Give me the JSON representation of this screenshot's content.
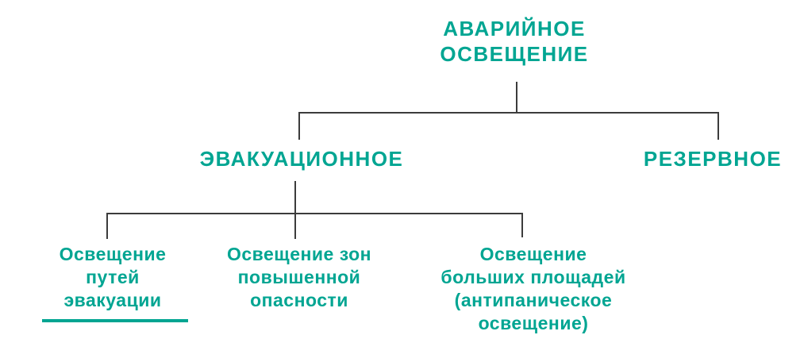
{
  "diagram": {
    "type": "tree",
    "colors": {
      "accent_text": "#00a592",
      "connector_line": "#3c3c3c",
      "background": "#ffffff"
    },
    "root": {
      "lines": [
        "АВАРИЙНОЕ",
        "ОСВЕЩЕНИЕ"
      ]
    },
    "level2": {
      "evacuation": {
        "label": "ЭВАКУАЦИОННОЕ"
      },
      "reserve": {
        "label": "РЕЗЕРВНОЕ"
      }
    },
    "level3": {
      "escape_routes": {
        "lines": [
          "Освещение",
          "путей",
          "эвакуации"
        ],
        "underlined": true
      },
      "high_risk_zones": {
        "lines": [
          "Освещение зон",
          "повышенной",
          "опасности"
        ],
        "underlined": false
      },
      "large_areas": {
        "lines": [
          "Освещение",
          "больших площадей",
          "(антипаническое",
          "освещение)"
        ],
        "underlined": false
      }
    }
  }
}
